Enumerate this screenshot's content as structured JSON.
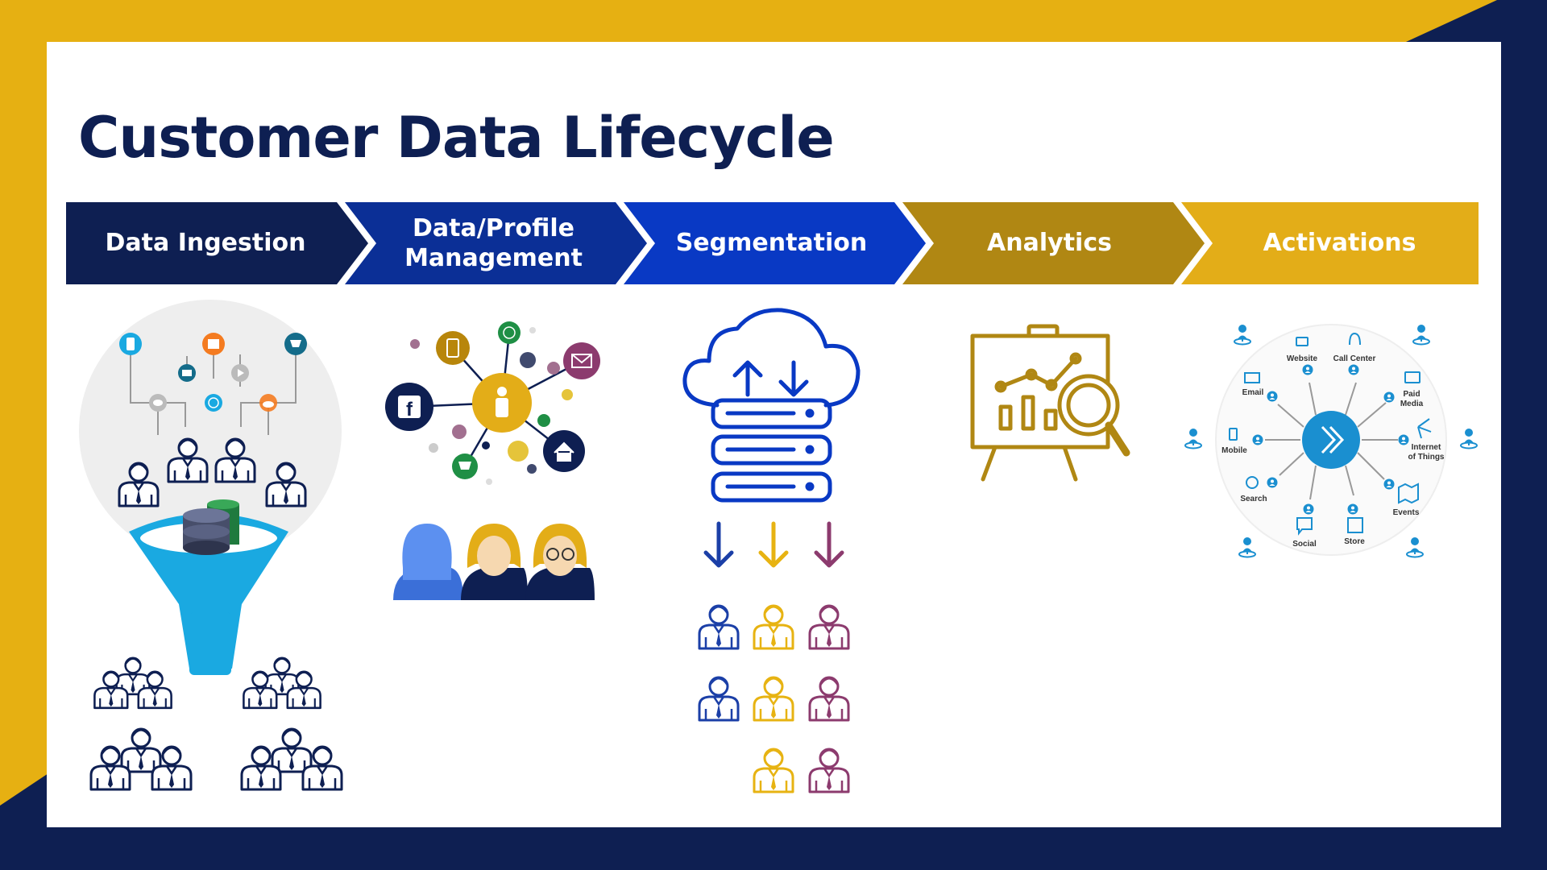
{
  "title": "Customer Data Lifecycle",
  "colors": {
    "navy": "#0e1f52",
    "gold": "#e6b012",
    "stage_navy": "#0e1f52",
    "stage_blue": "#0b2f96",
    "stage_bright_blue": "#0939c4",
    "stage_olive": "#b08713",
    "stage_gold": "#e3ad18",
    "funnel": "#1aa9e1",
    "activation_blue": "#1a8fd0",
    "segment_blue": "#1b3fa7",
    "segment_yellow": "#e7b312",
    "segment_purple": "#8c3b6e"
  },
  "stages": [
    {
      "line1": "Data Ingestion",
      "line2": ""
    },
    {
      "line1": "Data/Profile",
      "line2": "Management"
    },
    {
      "line1": "Segmentation",
      "line2": ""
    },
    {
      "line1": "Analytics",
      "line2": ""
    },
    {
      "line1": "Activations",
      "line2": ""
    }
  ],
  "activation_channels": [
    {
      "label1": "Website",
      "label2": ""
    },
    {
      "label1": "Call Center",
      "label2": ""
    },
    {
      "label1": "Paid",
      "label2": "Media"
    },
    {
      "label1": "Internet",
      "label2": "of Things"
    },
    {
      "label1": "Events",
      "label2": ""
    },
    {
      "label1": "Store",
      "label2": ""
    },
    {
      "label1": "Social",
      "label2": ""
    },
    {
      "label1": "Search",
      "label2": ""
    },
    {
      "label1": "Mobile",
      "label2": ""
    },
    {
      "label1": "Email",
      "label2": ""
    }
  ],
  "icons": {
    "ingestion": [
      "mobile-icon",
      "chat-icon",
      "email-icon",
      "globe-icon",
      "calendar-icon",
      "play-icon",
      "cloud-icon",
      "cart-icon",
      "database-icon",
      "funnel-icon"
    ],
    "profile": [
      "person-icon",
      "facebook-icon",
      "mobile-icon",
      "globe-icon",
      "email-icon",
      "home-icon",
      "cart-icon"
    ],
    "segmentation": [
      "cloud-icon",
      "upload-arrow-icon",
      "download-arrow-icon",
      "server-icon"
    ],
    "analytics": [
      "presentation-board-icon",
      "magnifier-icon",
      "line-chart-icon",
      "bar-chart-icon"
    ],
    "activations": [
      "hub-logo-icon",
      "location-pin-icon"
    ]
  }
}
